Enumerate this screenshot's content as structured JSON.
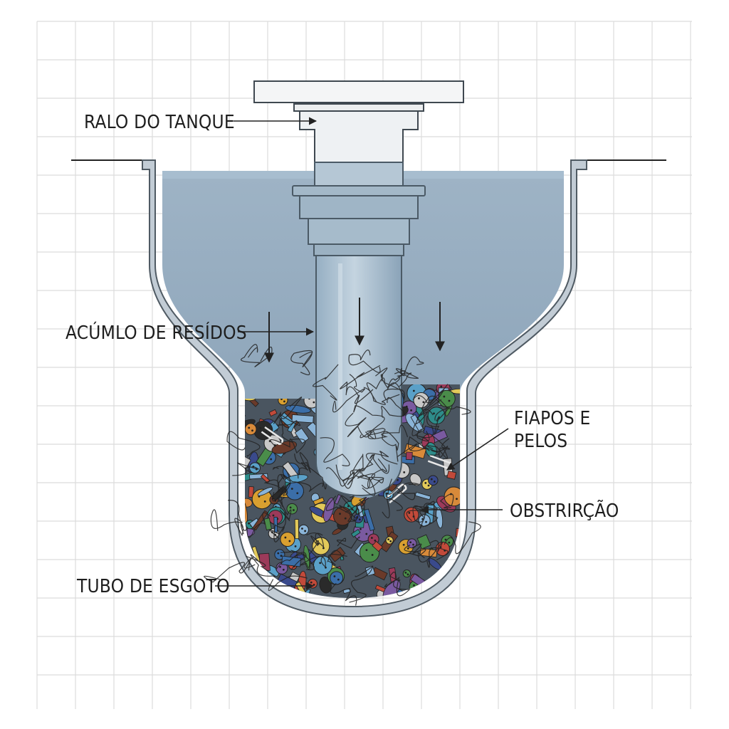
{
  "labels": {
    "drain": "RALO DO TANQUE",
    "buildup": "ACÚMLO DE RESÍDOS",
    "lint_line1": "FIAPOS E",
    "lint_line2": "PELOS",
    "clog": "OBSTRIRÇÃO",
    "sewer": "TUBO DE ESGOTO"
  },
  "colors": {
    "background": "#ffffff",
    "grid": "#dcdcdc",
    "water": "#8fa7bd",
    "pipe_wall": "#b9c3cc",
    "pipe_outline": "#5b6670",
    "inner_pipe": "#a9bfcf",
    "label_text": "#1e1e1e"
  }
}
